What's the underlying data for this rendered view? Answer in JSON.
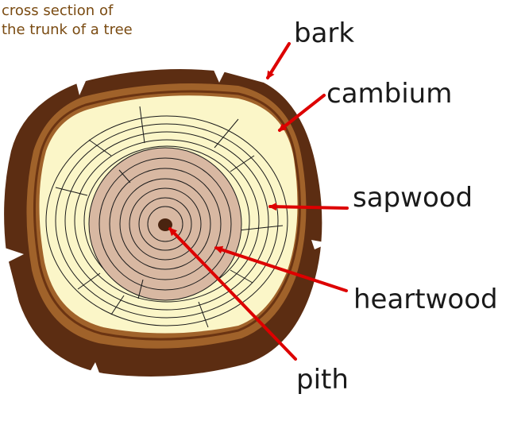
{
  "caption": {
    "line1": "cross section of",
    "line2": "the trunk of a tree"
  },
  "labels": {
    "bark": "bark",
    "cambium": "cambium",
    "sapwood": "sapwood",
    "heartwood": "heartwood",
    "pith": "pith"
  },
  "colors": {
    "bark": "#5c2d12",
    "cambium": "#a0622a",
    "sapwood": "#fbf6c8",
    "heartwood": "#d8b8a2",
    "pith": "#4a2410",
    "ring_lines": "#1a1a1a",
    "arrows": "#dd0000",
    "caption_text": "#7a4b12"
  }
}
